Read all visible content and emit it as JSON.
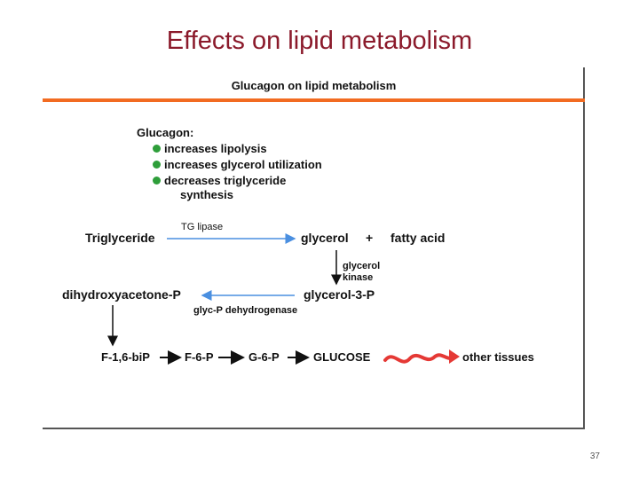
{
  "slide": {
    "title": "Effects on lipid metabolism",
    "page_number": "37"
  },
  "panel": {
    "title": "Glucagon on lipid metabolism",
    "heading": "Glucagon:",
    "bullets": [
      "increases lipolysis",
      "increases glycerol utilization",
      "decreases triglyceride",
      "synthesis"
    ]
  },
  "pathway": {
    "triglyceride": "Triglyceride",
    "tg_lipase": "TG lipase",
    "glycerol": "glycerol",
    "plus": "+",
    "fatty_acid": "fatty acid",
    "glycerol_kinase_1": "glycerol",
    "glycerol_kinase_2": "kinase",
    "dhap": "dihydroxyacetone-P",
    "glycerol_3p": "glycerol-3-P",
    "glyc_p_dehydrogenase": "glyc-P dehydrogenase",
    "f16bip": "F-1,6-biP",
    "f6p": "F-6-P",
    "g6p": "G-6-P",
    "glucose": "GLUCOSE",
    "other_tissues": "other tissues"
  },
  "colors": {
    "title": "#8b1a2b",
    "rule": "#f26b21",
    "bullet": "#2e9e3a",
    "blue_arrow": "#4a8fe0",
    "red_wave": "#e53935"
  }
}
